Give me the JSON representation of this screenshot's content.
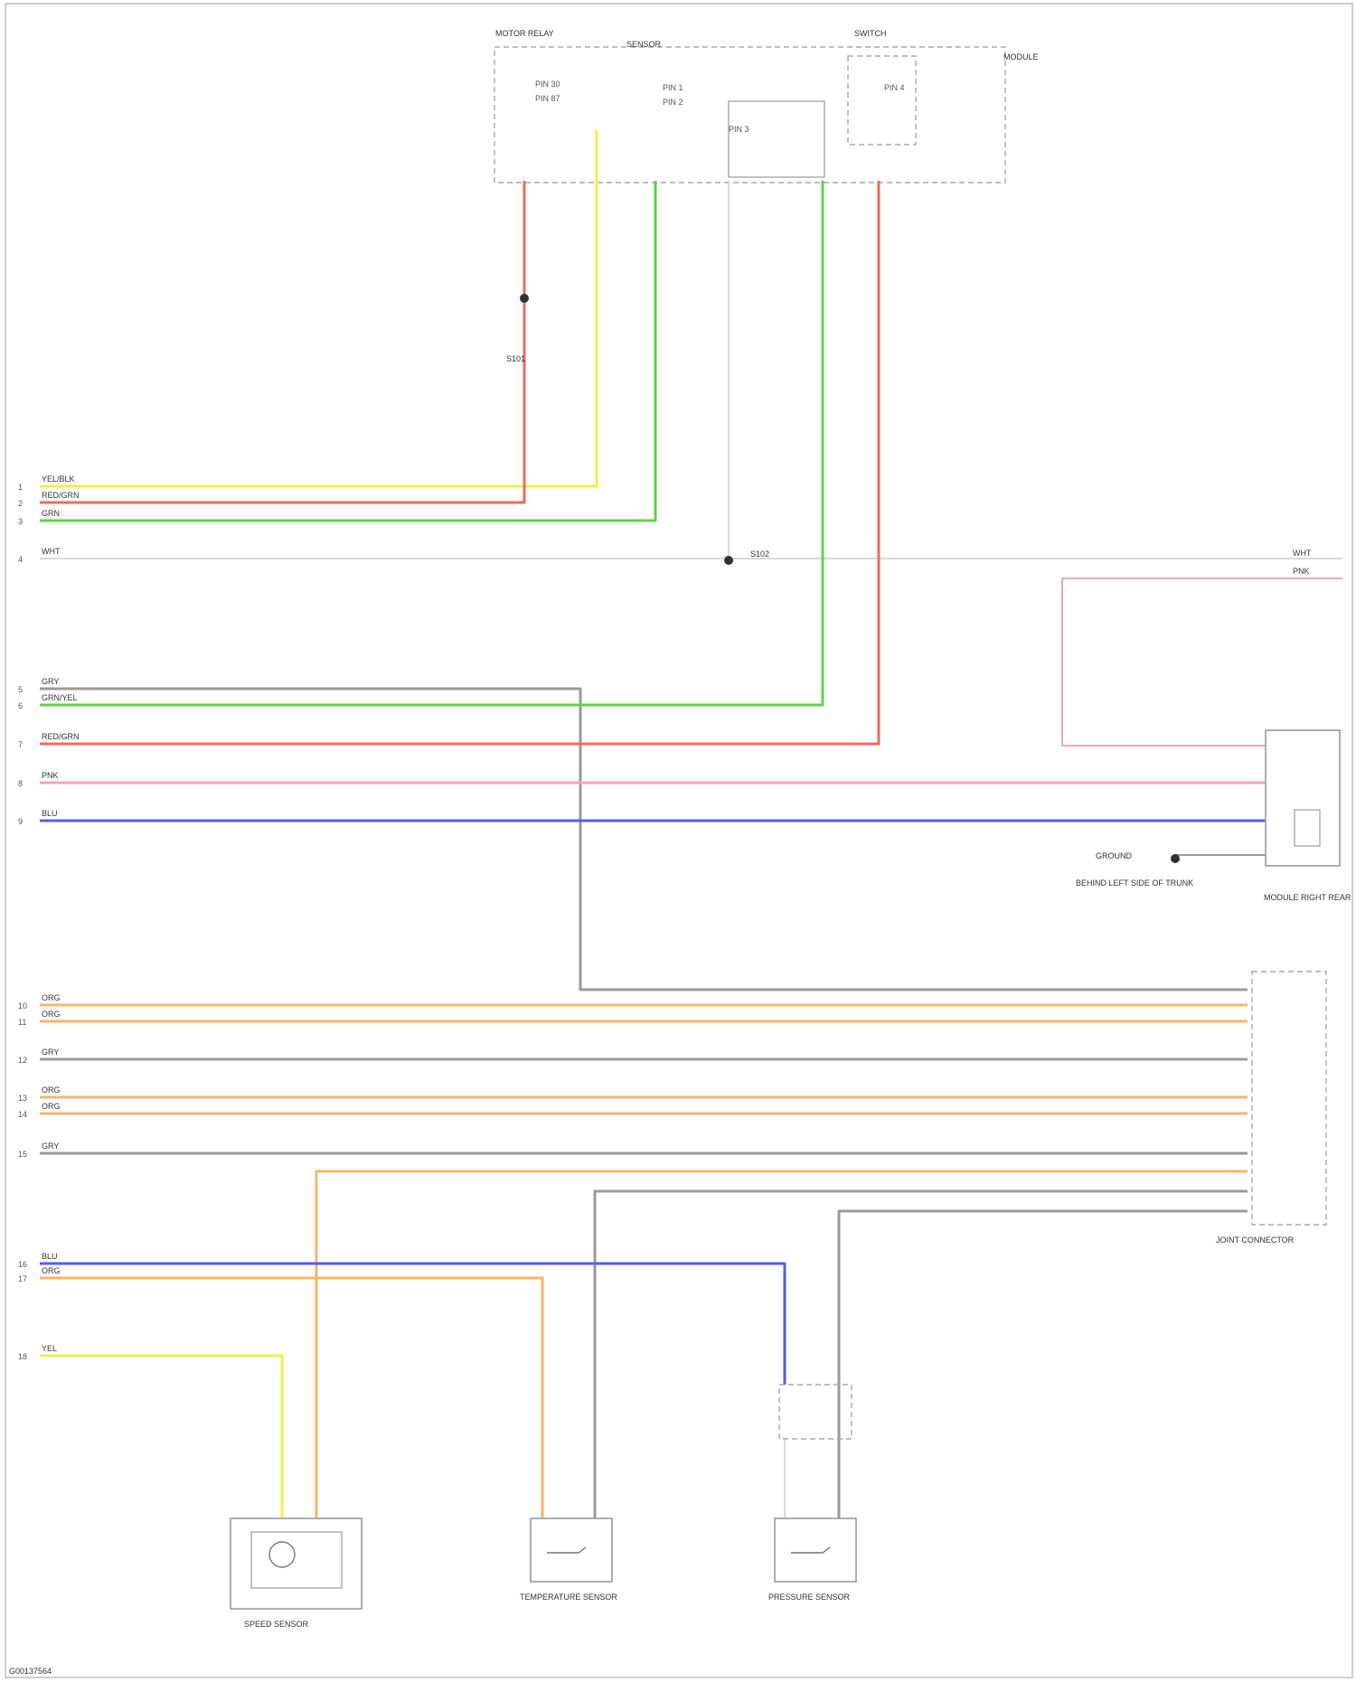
{
  "colors": {
    "RED": "#f26a5a",
    "YEL": "#f2ef48",
    "GRN": "#62d14a",
    "GRY": "#9a9a9a",
    "PNK": "#f4a5b8",
    "BLU": "#5a5af0",
    "ORG": "#f7b56a",
    "WHT": "#d9d9d9",
    "BRN": "#b08050"
  },
  "top_connectors": [
    {
      "label": "MOTOR RELAY",
      "pins": [
        "PIN 30",
        "PIN 87"
      ]
    },
    {
      "label": "SENSOR",
      "pins": [
        "PIN 1",
        "PIN 2"
      ]
    },
    {
      "label": "SWITCH",
      "pins": [
        "PIN 3"
      ]
    },
    {
      "label": "MODULE",
      "pins": [
        "PIN 4"
      ]
    }
  ],
  "left_bus": [
    {
      "num": "1",
      "label": "YEL/BLK"
    },
    {
      "num": "2",
      "label": "RED/GRN"
    },
    {
      "num": "3",
      "label": "GRN"
    },
    {
      "num": "4",
      "label": "WHT"
    },
    {
      "num": "5",
      "label": "GRY"
    },
    {
      "num": "6",
      "label": "GRN/YEL"
    },
    {
      "num": "7",
      "label": "RED/GRN"
    },
    {
      "num": "8",
      "label": "PNK"
    },
    {
      "num": "9",
      "label": "BLU"
    },
    {
      "num": "10",
      "label": "ORG"
    },
    {
      "num": "11",
      "label": "ORG"
    },
    {
      "num": "12",
      "label": "GRY"
    },
    {
      "num": "13",
      "label": "ORG"
    },
    {
      "num": "14",
      "label": "ORG"
    },
    {
      "num": "15",
      "label": "GRY"
    },
    {
      "num": "16",
      "label": "BLU"
    },
    {
      "num": "17",
      "label": "ORG"
    },
    {
      "num": "18",
      "label": "YEL"
    }
  ],
  "right_labels": {
    "wht_a": "WHT",
    "pnk_a": "PNK",
    "ground": "GROUND",
    "ground_note": "BEHIND LEFT SIDE OF TRUNK",
    "splice_1": "S101",
    "splice_2": "S102"
  },
  "components": {
    "module_right": "MODULE RIGHT REAR",
    "connector_right": "JOINT CONNECTOR",
    "sensor_1": "SPEED SENSOR",
    "sensor_2": "TEMPERATURE SENSOR",
    "sensor_3": "PRESSURE SENSOR"
  },
  "footer": "G00137564"
}
